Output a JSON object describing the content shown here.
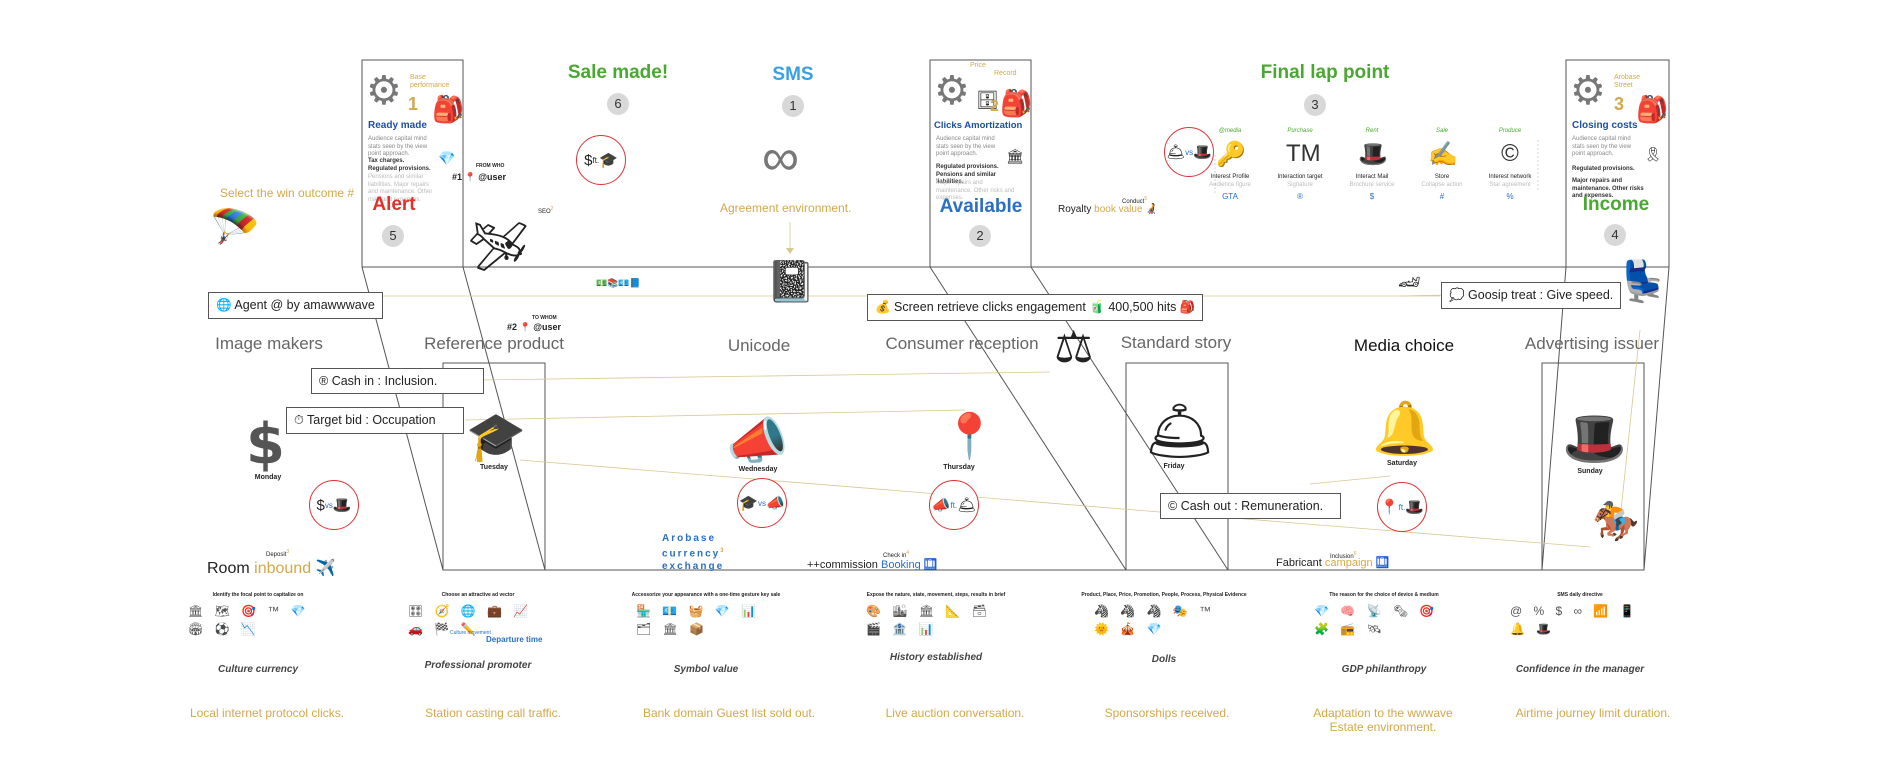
{
  "stages": {
    "sale": {
      "title": "Sale made!",
      "num": "6",
      "color": "#4aa832"
    },
    "sms": {
      "title": "SMS",
      "num": "1",
      "color": "#3aa0e6"
    },
    "final": {
      "title": "Final lap point",
      "num": "3",
      "color": "#4aa832"
    },
    "alert": {
      "title": "Alert",
      "num": "5",
      "color": "#e0312a"
    },
    "available": {
      "title": "Available",
      "num": "2",
      "color": "#2a6fc4"
    },
    "income": {
      "title": "Income",
      "num": "4",
      "color": "#4aa832"
    }
  },
  "cards": {
    "ready": {
      "title": "Ready made",
      "label1": "Base",
      "label2": "performance",
      "num": "1",
      "text": "Audience capital mind stats seen by the view point approach.",
      "bold": "Tax charges. Regulated provisions.",
      "faint": "Pensions and similar liabilities. Major repairs and maintenance. Other risks and expenses."
    },
    "clicks": {
      "title": "Clicks Amortization",
      "label1": "Price",
      "label2": "Record",
      "num": "2",
      "text": "Audience capital mind stats seen by the view point approach.",
      "bold": "Regulated provisions. Pensions and similar liabilities.",
      "faint": "Major repairs and maintenance. Other risks and expenses."
    },
    "closing": {
      "title": "Closing costs",
      "label1": "Arobase",
      "label2": "Street",
      "num": "3",
      "text": "Audience capital mind stats seen by the view point approach.",
      "bold": "Regulated provisions.",
      "bold2": "Major repairs and maintenance. Other risks and expenses."
    }
  },
  "notes": {
    "select_win": "Select the win outcome #",
    "agreement": "Agreement environment.",
    "from_who": "FROM WHO",
    "user1": "#1",
    "user1b": "@user",
    "to_whom": "TO WHOM",
    "user2": "#2",
    "user2b": "@user",
    "seo": "SEO",
    "seo_n": "2",
    "conduct": "Conduct",
    "conduct_n": "5",
    "royalty": "Royalty",
    "book_value": "book value",
    "deposit": "Deposit",
    "deposit_n": "3",
    "room": "Room",
    "inbound": "inbound",
    "arobase": "Arobase",
    "currency": "currency",
    "exchange": "exchange",
    "arobase_n": "3",
    "check_in": "Check in",
    "check_in_n": "4",
    "commission": "++commission",
    "booking": "Booking",
    "inclusion": "Inclusion",
    "inclusion_n": "6",
    "fabricant": "Fabricant",
    "campaign": "campaign"
  },
  "strip": {
    "items": [
      {
        "top": "@media",
        "icon": "🔑",
        "label": "Interest Profile",
        "sub": "Audience figure"
      },
      {
        "top": "Purchase",
        "icon": "TM",
        "label": "Interaction target",
        "sub": "Signature"
      },
      {
        "top": "Rent",
        "icon": "🎩",
        "label": "Interact Mail",
        "sub": "Brochure service"
      },
      {
        "top": "Sale",
        "icon": "✍️",
        "label": "Store",
        "sub": "Collapse action"
      },
      {
        "top": "Produce",
        "icon": "©",
        "label": "Interest network",
        "sub": "Star agreement"
      }
    ],
    "bottom": [
      "GTA",
      "®",
      "$",
      "#",
      "%"
    ]
  },
  "tags": {
    "agent": "Agent @ by amawwwave",
    "screen": "Screen retrieve clicks engagement",
    "screen_hits": "400,500 hits",
    "goosip": "Goosip treat : Give speed.",
    "cash_in": "Cash in : Inclusion.",
    "target_bid": "Target bid : Occupation",
    "cash_out": "Cash out : Remuneration."
  },
  "columns": [
    "Image makers",
    "Reference product",
    "Unicode",
    "Consumer reception",
    "Standard story",
    "Media choice",
    "Advertising issuer"
  ],
  "days": [
    "Monday",
    "Tuesday",
    "Wednesday",
    "Thursday",
    "Friday",
    "Saturday",
    "Sunday"
  ],
  "thumbs": [
    {
      "head": "Identify the focal point to capitalize on",
      "title": "Culture currency"
    },
    {
      "head": "Choose an attractive ad vector",
      "title": "Professional promoter"
    },
    {
      "head": "Accessorize your appearance with a one-time gesture key sale",
      "title": "Symbol value"
    },
    {
      "head": "Expose the nature, state, movement, steps, results in brief",
      "title": "History established"
    },
    {
      "head": "Product, Place, Price, Promotion, People, Process, Physical Evidence",
      "title": "Dolls"
    },
    {
      "head": "The reason for the choice of device & medium",
      "title": "GDP philanthropy"
    },
    {
      "head": "SMS daily directive",
      "title": "Confidence in the manager"
    }
  ],
  "thumb_extra": {
    "departure": "Departure time",
    "culture": "Culture movement"
  },
  "captions": [
    "Local internet protocol clicks.",
    "Station casting call traffic.",
    "Bank domain Guest list sold out.",
    "Live auction conversation.",
    "Sponsorships received.",
    "Adaptation to the wwwave Estate environment.",
    "Airtime journey limit duration."
  ]
}
